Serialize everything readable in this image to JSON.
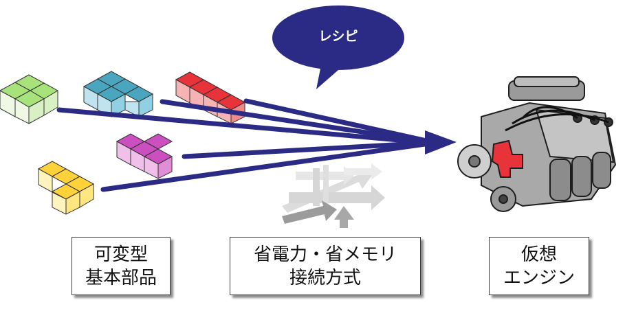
{
  "labels": {
    "parts": [
      "可変型",
      "基本部品"
    ],
    "method": [
      "省電力・省メモリ",
      "接続方式"
    ],
    "engine": [
      "仮想",
      "エンジン"
    ]
  },
  "bubble": {
    "text": "レシピ"
  },
  "colors": {
    "arrow": "#2b2b86",
    "bubble": "#2b2b86",
    "green": "#8ed65a",
    "teal": "#4aa6bf",
    "red": "#e8333a",
    "magenta": "#cc4fbf",
    "yellow": "#ffd23a"
  },
  "icons": [
    "speech-bubble-icon",
    "engine-icon",
    "connection-arrows-icon"
  ]
}
